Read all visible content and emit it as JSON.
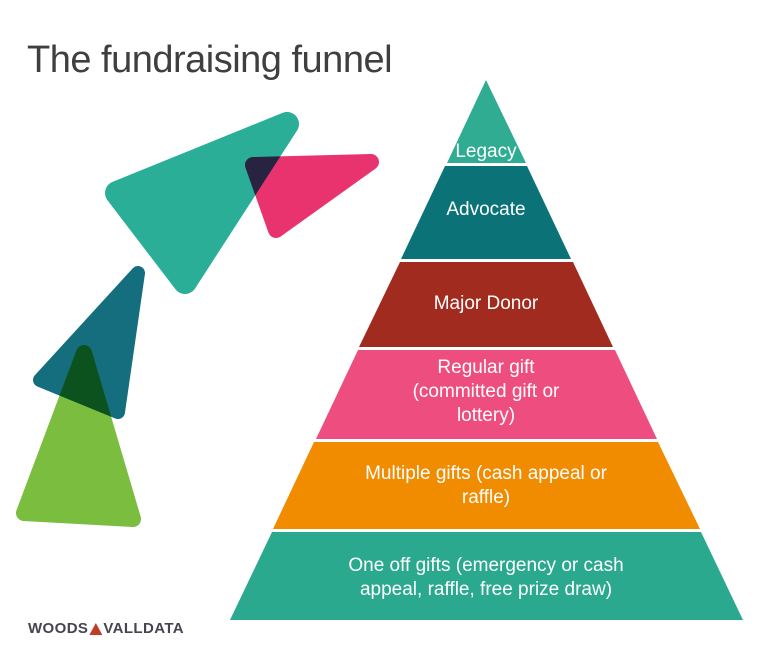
{
  "title": "The fundraising funnel",
  "funnel": {
    "levels": [
      {
        "label": [
          "Legacy"
        ],
        "color": "#2FAC92"
      },
      {
        "label": [
          "Advocate"
        ],
        "color": "#0B7377"
      },
      {
        "label": [
          "Major Donor"
        ],
        "color": "#A12B1E"
      },
      {
        "label": [
          "Regular gift",
          "(committed gift or",
          "lottery)"
        ],
        "color": "#EE4D80"
      },
      {
        "label": [
          "Multiple gifts (cash appeal or",
          "raffle)"
        ],
        "color": "#F18B00"
      },
      {
        "label": [
          "One off gifts (emergency or cash",
          "appeal, raffle, free prize draw)"
        ],
        "color": "#2BA98E"
      }
    ]
  },
  "decoration": {
    "teal_triangle": "#2BAE97",
    "pink_triangle": "#E8336E",
    "dark_teal_triangle": "#156E7D",
    "green_triangle": "#7ABD3F"
  },
  "logo": {
    "brand_left": "WOODS",
    "brand_right": "VALLDATA",
    "mark_color": "#C23B26"
  },
  "colors": {
    "title_text": "#3F3F3F",
    "level_text": "#FFFFFF"
  }
}
